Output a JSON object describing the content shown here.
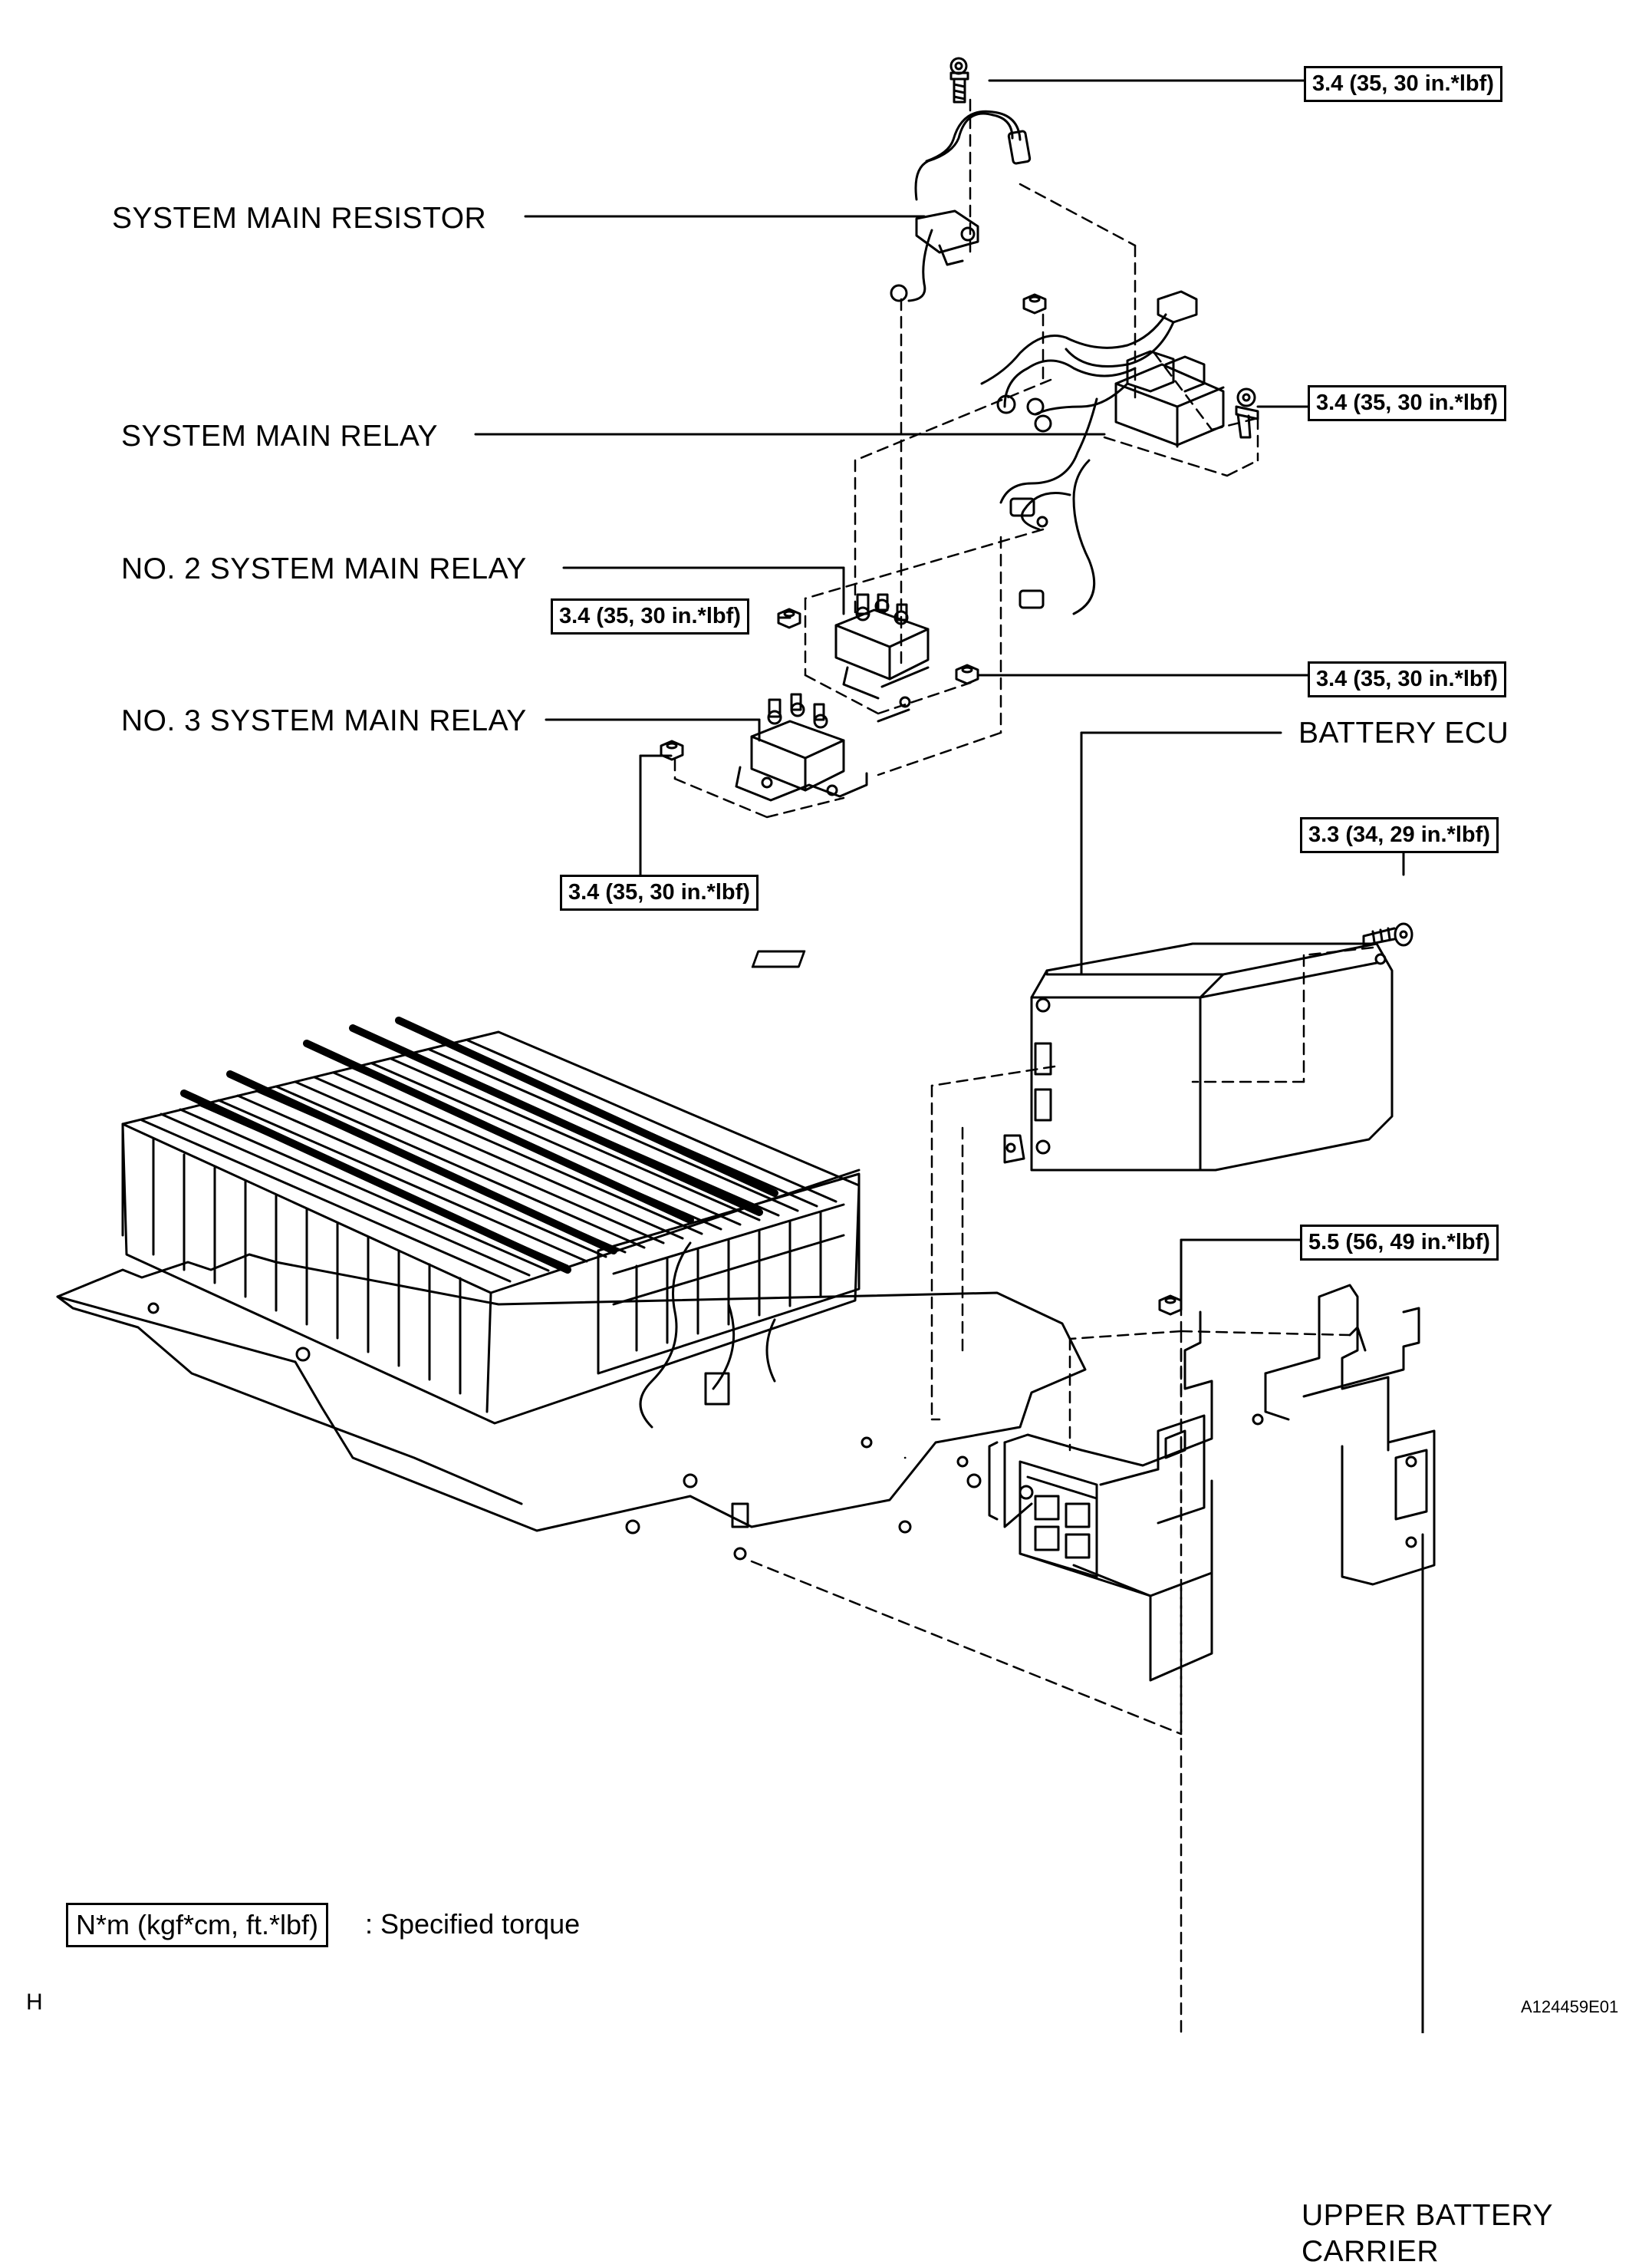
{
  "labels": {
    "system_main_resistor": "SYSTEM MAIN RESISTOR",
    "system_main_relay": "SYSTEM MAIN RELAY",
    "no2_system_main_relay": "NO. 2 SYSTEM MAIN RELAY",
    "no3_system_main_relay": "NO. 3 SYSTEM MAIN RELAY",
    "battery_ecu": "BATTERY ECU",
    "upper_battery_carrier_line1": "UPPER BATTERY",
    "upper_battery_carrier_line2": "CARRIER"
  },
  "torques": {
    "top_bolt": "3.4 (35, 30 in.*lbf)",
    "relay_bolt": "3.4 (35, 30 in.*lbf)",
    "no2_relay_nut_left": "3.4 (35, 30 in.*lbf)",
    "no2_relay_nut_right": "3.4 (35, 30 in.*lbf)",
    "no3_relay_nut": "3.4 (35, 30 in.*lbf)",
    "ecu_bolt": "3.3 (34, 29 in.*lbf)",
    "carrier_nut": "5.5 (56, 49 in.*lbf)"
  },
  "legend": {
    "box_text": "N*m (kgf*cm, ft.*lbf)",
    "description": ": Specified torque"
  },
  "footer": {
    "section_letter": "H",
    "figure_id": "A124459E01"
  }
}
